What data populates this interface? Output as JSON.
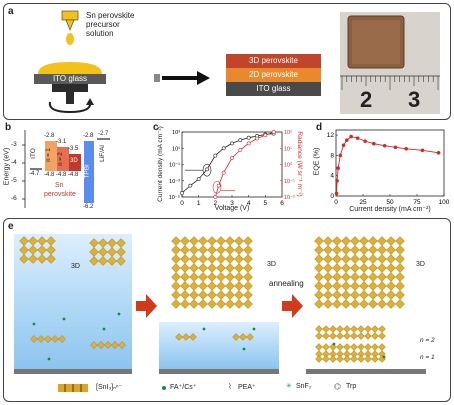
{
  "panel_a": {
    "label": "a",
    "precursor_label": [
      "Sn perovskite",
      "precursor",
      "solution"
    ],
    "substrate": "ITO glass",
    "stack": [
      "3D perovskite",
      "2D perovskite",
      "ITO glass"
    ],
    "ruler_numbers": [
      "2",
      "3"
    ],
    "colors": {
      "p3d": "#c0452a",
      "p2d": "#e9892e",
      "ito": "#4a4a4a",
      "spin": "#f4c118"
    }
  },
  "panel_b": {
    "label": "b",
    "ylabel": "Energy (eV)",
    "layers": [
      {
        "name": "ITO",
        "top": "",
        "bottom": "-4.7"
      },
      {
        "name": "n = 1",
        "top": "-2.8",
        "bottom": "-4.8"
      },
      {
        "name": "n = 2",
        "top": "-3.1",
        "bottom": "-4.8"
      },
      {
        "name": "3D",
        "top": "-3.5",
        "bottom": "-4.8"
      },
      {
        "name": "TPBi",
        "top": "-2.8",
        "bottom": "-6.2"
      },
      {
        "name": "LiF/Al",
        "top": "-2.7",
        "bottom": ""
      }
    ],
    "group_label": [
      "Sn",
      "perovskite"
    ],
    "yticks": [
      "-3",
      "-4",
      "-5",
      "-6"
    ]
  },
  "panel_c": {
    "label": "c",
    "chart_data": {
      "type": "line",
      "xlabel": "Voltage (V)",
      "ylabel": "Current density (mA cm⁻²)",
      "y2label": "Radiance (W sr⁻¹ m⁻²)",
      "xticks": [
        "0",
        "1",
        "2",
        "3",
        "4",
        "5",
        "6"
      ],
      "yticks": [
        "10³",
        "10¹",
        "10⁻¹",
        "10⁻³",
        "10⁻⁵"
      ],
      "y2ticks": [
        "10²",
        "10¹",
        "10⁰",
        "10⁻¹",
        "10⁻²"
      ],
      "xlim": [
        0,
        6
      ],
      "series": [
        {
          "values_x": [
            0,
            0.5,
            1,
            1.5,
            2,
            2.5,
            3,
            3.5,
            4,
            4.5,
            5,
            5.5
          ],
          "values_y": [
            -4.5,
            -3.6,
            -2.8,
            -1.6,
            0.1,
            1.0,
            1.6,
            2.0,
            2.3,
            2.5,
            2.7,
            2.8
          ]
        },
        {
          "values_x": [
            2.0,
            2.2,
            2.5,
            3,
            3.5,
            4,
            4.5,
            5,
            5.5
          ],
          "values_y": [
            -2.0,
            -1.3,
            -0.5,
            0.4,
            0.9,
            1.3,
            1.6,
            1.8,
            2.0
          ]
        }
      ]
    }
  },
  "panel_d": {
    "label": "d",
    "chart_data": {
      "type": "line",
      "xlabel": "Current density (mA cm⁻²)",
      "ylabel": "EQE (%)",
      "xticks": [
        "0",
        "25",
        "50",
        "75",
        "100"
      ],
      "yticks": [
        "0",
        "4",
        "8",
        "12"
      ],
      "xlim": [
        0,
        100
      ],
      "ylim": [
        0,
        13
      ],
      "x": [
        0.5,
        1,
        2,
        4,
        7,
        10,
        14,
        20,
        27,
        35,
        45,
        55,
        65,
        80,
        95
      ],
      "y": [
        0.5,
        3.0,
        5.5,
        8.0,
        10.0,
        11.0,
        11.7,
        11.4,
        10.8,
        10.3,
        9.9,
        9.6,
        9.3,
        9.0,
        8.5
      ]
    }
  },
  "panel_e": {
    "label": "e",
    "annealing": "annealing",
    "label_3d": "3D",
    "n2": "n = 2",
    "n1": "n = 1",
    "legend": [
      "[SnI₃]ₙⁿ⁻",
      "FA⁺/Cs⁺",
      "PEA⁺",
      "SnF₂",
      "Trp"
    ]
  }
}
